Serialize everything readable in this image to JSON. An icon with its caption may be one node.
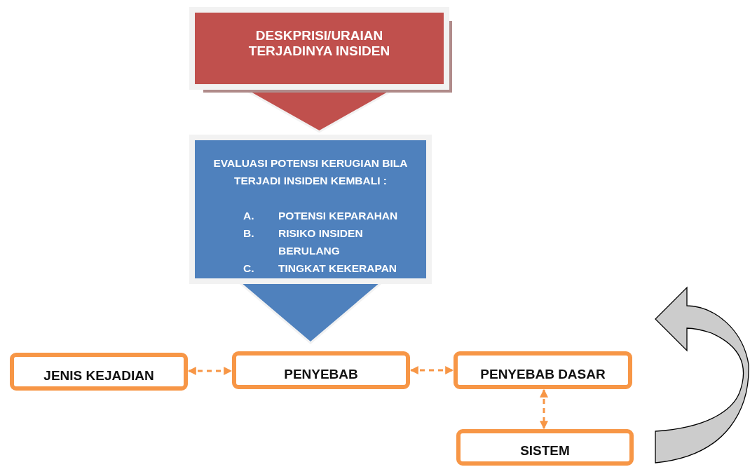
{
  "diagram": {
    "nodes": [
      {
        "text": [
          "DESKPRISI/URAIAN TERJADINYA INSIDEN"
        ]
      },
      {
        "text": [
          "EVALUASI POTENSI KERUGIAN BILA TERJADI INSIDEN KEMBALI :",
          "A. POTENSI KEPARAHAN",
          "B. RISIKO INSIDEN BERULANG",
          "C. TINGKAT KEKERAPAN"
        ]
      },
      {
        "text": [
          "JENIS KEJADIAN"
        ]
      },
      {
        "text": [
          "PENYEBAB"
        ]
      },
      {
        "text": [
          "PENYEBAB DASAR"
        ]
      },
      {
        "text": [
          "SISTEM"
        ]
      }
    ],
    "edges": [
      {
        "from": 0,
        "to": 1,
        "arrow": "to",
        "style": "thick",
        "color": "#c0504d"
      },
      {
        "from": 1,
        "to": 3,
        "arrow": "to",
        "style": "thick",
        "color": "#4f81bd"
      },
      {
        "from": 2,
        "to": 3,
        "arrow": "both",
        "style": "dashed"
      },
      {
        "from": 3,
        "to": 4,
        "arrow": "both",
        "style": "dashed"
      },
      {
        "from": 4,
        "to": 5,
        "arrow": "both",
        "style": "dashed"
      }
    ]
  }
}
